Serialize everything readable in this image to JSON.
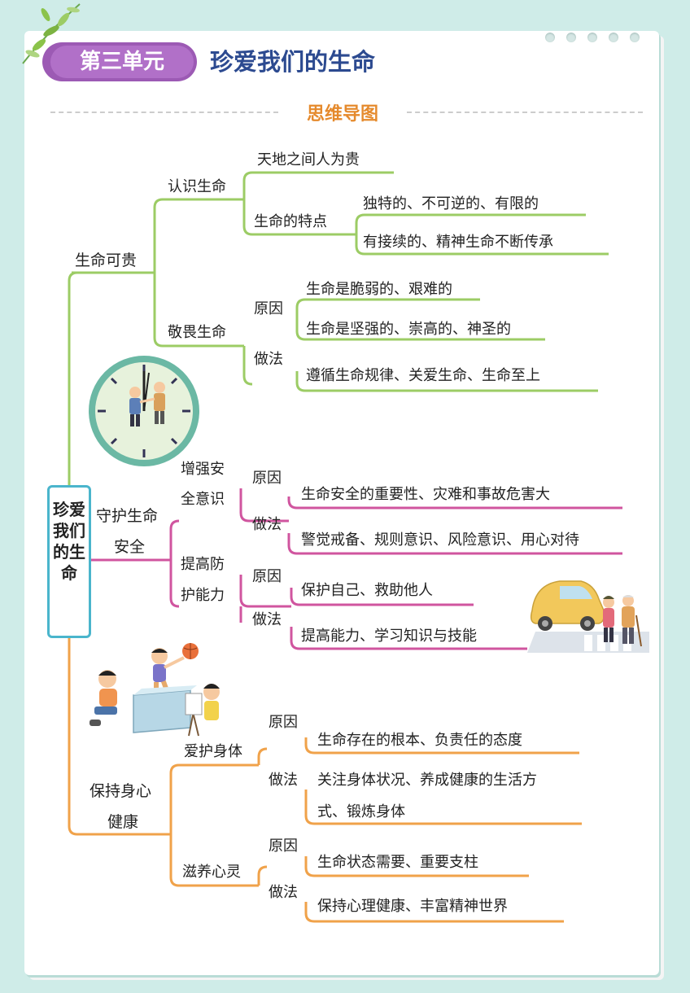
{
  "header": {
    "unit_label": "第三单元",
    "unit_title": "珍爱我们的生命",
    "section_title": "思维导图"
  },
  "root": "珍爱我们的生命",
  "branch1": {
    "title": "生命可贵",
    "sub1": {
      "title": "认识生命",
      "leaf1": "天地之间人为贵",
      "features": {
        "title": "生命的特点",
        "item1": "独特的、不可逆的、有限的",
        "item2": "有接续的、精神生命不断传承"
      }
    },
    "sub2": {
      "title": "敬畏生命",
      "reason_label": "原因",
      "reason1": "生命是脆弱的、艰难的",
      "reason2": "生命是坚强的、崇高的、神圣的",
      "method_label": "做法",
      "method1": "遵循生命规律、关爱生命、生命至上"
    }
  },
  "branch2": {
    "title_line1": "守护生命",
    "title_line2": "安全",
    "sub1": {
      "title_line1": "增强安",
      "title_line2": "全意识",
      "reason_label": "原因",
      "reason": "生命安全的重要性、灾难和事故危害大",
      "method_label": "做法",
      "method": "警觉戒备、规则意识、风险意识、用心对待"
    },
    "sub2": {
      "title_line1": "提高防",
      "title_line2": "护能力",
      "reason_label": "原因",
      "reason": "保护自己、救助他人",
      "method_label": "做法",
      "method": "提高能力、学习知识与技能"
    }
  },
  "branch3": {
    "title_line1": "保持身心",
    "title_line2": "健康",
    "sub1": {
      "title": "爱护身体",
      "reason_label": "原因",
      "reason": "生命存在的根本、负责任的态度",
      "method_label": "做法",
      "method_line1": "关注身体状况、养成健康的生活方",
      "method_line2": "式、锻炼身体"
    },
    "sub2": {
      "title": "滋养心灵",
      "reason_label": "原因",
      "reason": "生命状态需要、重要支柱",
      "method_label": "做法",
      "method": "保持心理健康、丰富精神世界"
    }
  },
  "colors": {
    "branch1": "#9ccc65",
    "branch2": "#d0559f",
    "branch3": "#f0a24a",
    "root_border": "#4ab5cc",
    "accent_purple": "#b170c8",
    "title_blue": "#2c4a90",
    "mind_title": "#e58a2d"
  },
  "icons": [
    "clock-illustration",
    "car-crosswalk-illustration",
    "children-playing-illustration",
    "leaf-decoration"
  ]
}
